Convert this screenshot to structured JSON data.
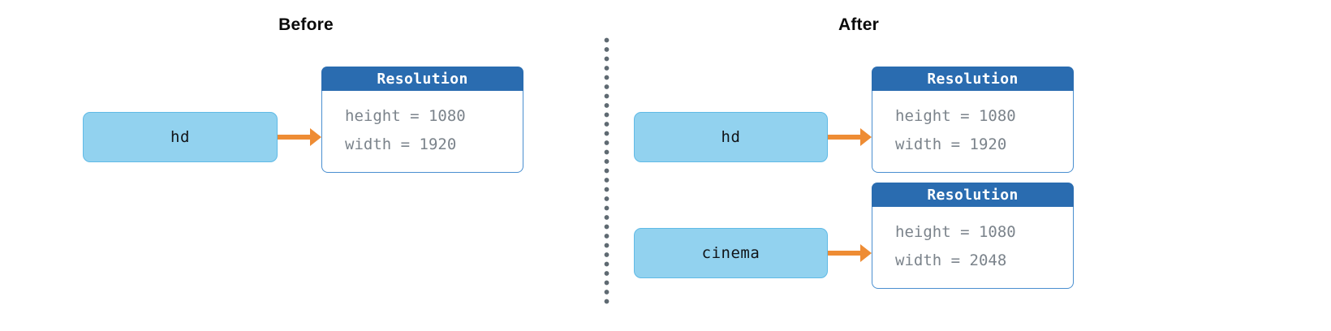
{
  "colors": {
    "key_box_fill": "#92d2ef",
    "key_box_border": "#60bae6",
    "arrow": "#ee8c34",
    "card_header_bg": "#2a6cb0",
    "card_border": "#4a8fd0",
    "card_text": "#7b838b",
    "divider_dot": "#5f6a72",
    "title_text": "#0a0a0a",
    "background": "#ffffff"
  },
  "panels": [
    {
      "id": "before",
      "title": "Before",
      "rows": [
        {
          "key": "hd",
          "card": {
            "title": "Resolution",
            "fields": [
              "height = 1080",
              "width = 1920"
            ]
          }
        }
      ]
    },
    {
      "id": "after",
      "title": "After",
      "rows": [
        {
          "key": "hd",
          "card": {
            "title": "Resolution",
            "fields": [
              "height = 1080",
              "width = 1920"
            ]
          }
        },
        {
          "key": "cinema",
          "card": {
            "title": "Resolution",
            "fields": [
              "height = 1080",
              "width = 2048"
            ]
          }
        }
      ]
    }
  ]
}
